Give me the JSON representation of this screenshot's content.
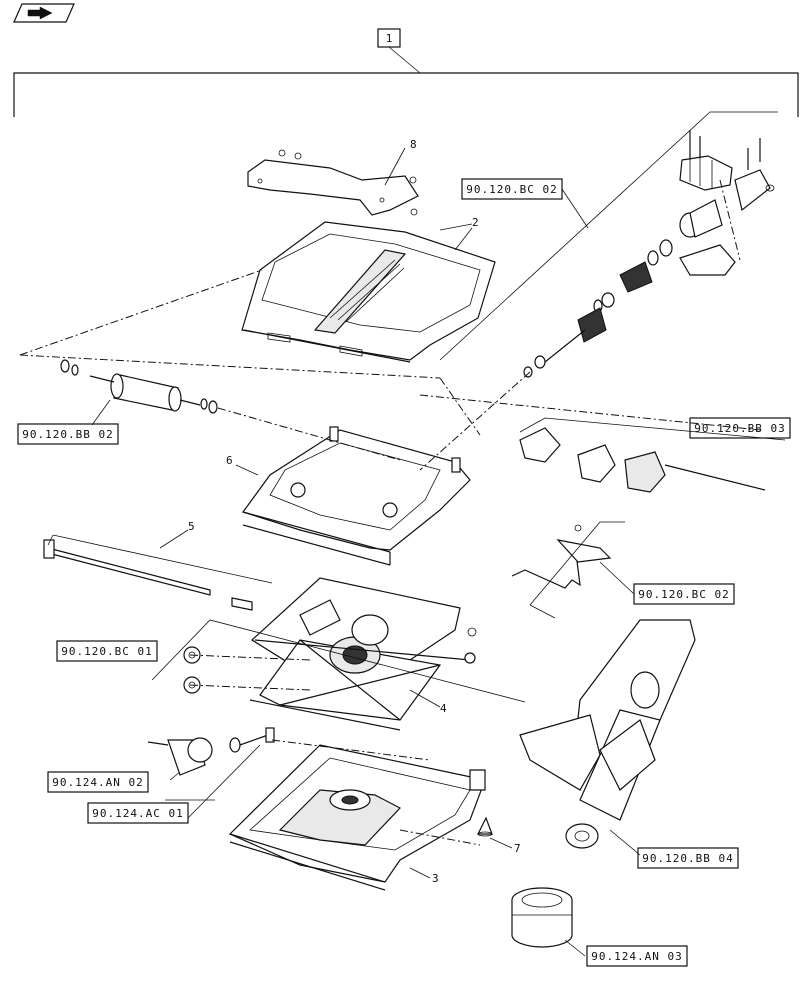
{
  "nav_icon": "return-arrow-icon",
  "assembly_label": "1",
  "callouts": [
    {
      "id": "c8",
      "text": "8"
    },
    {
      "id": "c2",
      "text": "2"
    },
    {
      "id": "c6",
      "text": "6"
    },
    {
      "id": "c5",
      "text": "5"
    },
    {
      "id": "c4",
      "text": "4"
    },
    {
      "id": "c3",
      "text": "3"
    },
    {
      "id": "c7",
      "text": "7"
    }
  ],
  "references": [
    {
      "id": "r1",
      "text": "90.120.BC 02"
    },
    {
      "id": "r2",
      "text": "90.120.BB 02"
    },
    {
      "id": "r3",
      "text": "90.120.BB 03"
    },
    {
      "id": "r4",
      "text": "90.120.BC 02"
    },
    {
      "id": "r5",
      "text": "90.120.BC 01"
    },
    {
      "id": "r6",
      "text": "90.124.AN 02"
    },
    {
      "id": "r7",
      "text": "90.124.AC 01"
    },
    {
      "id": "r8",
      "text": "90.120.BB 04"
    },
    {
      "id": "r9",
      "text": "90.124.AN 03"
    }
  ]
}
